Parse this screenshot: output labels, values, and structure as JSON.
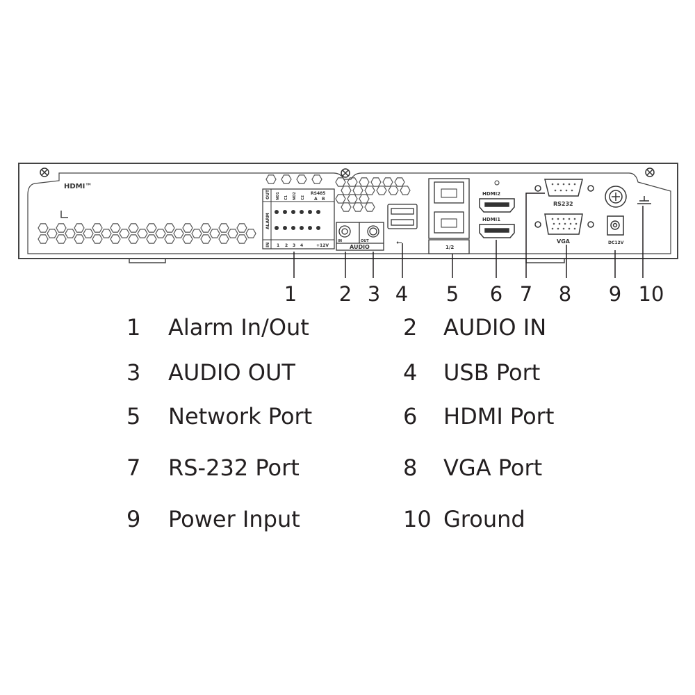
{
  "panel": {
    "hdmi_logo": "HDMI™",
    "alarm": {
      "title": "ALARM",
      "out": "OUT",
      "in": "IN",
      "out_labels": [
        "NO1",
        "C1",
        "NO2",
        "C2"
      ],
      "rs485": "RS485",
      "rs485_ab": [
        "A",
        "B"
      ],
      "in_labels": [
        "1",
        "2",
        "3",
        "4"
      ],
      "power": "+12V"
    },
    "audio": {
      "title": "AUDIO",
      "in": "IN",
      "out": "OUT"
    },
    "network_sub": "1/2",
    "hdmi2": "HDMI2",
    "hdmi1": "HDMI1",
    "rs232": "RS232",
    "vga": "VGA",
    "dc": "DC12V"
  },
  "callouts": [
    "1",
    "2",
    "3",
    "4",
    "5",
    "6",
    "7",
    "8",
    "9",
    "10"
  ],
  "legend": [
    {
      "num": "1",
      "label": "Alarm In/Out"
    },
    {
      "num": "2",
      "label": "AUDIO IN"
    },
    {
      "num": "3",
      "label": "AUDIO OUT"
    },
    {
      "num": "4",
      "label": "USB Port"
    },
    {
      "num": "5",
      "label": "Network Port"
    },
    {
      "num": "6",
      "label": "HDMI Port"
    },
    {
      "num": "7",
      "label": "RS-232 Port"
    },
    {
      "num": "8",
      "label": "VGA Port"
    },
    {
      "num": "9",
      "label": "Power Input"
    },
    {
      "num": "10",
      "label": "Ground"
    }
  ]
}
